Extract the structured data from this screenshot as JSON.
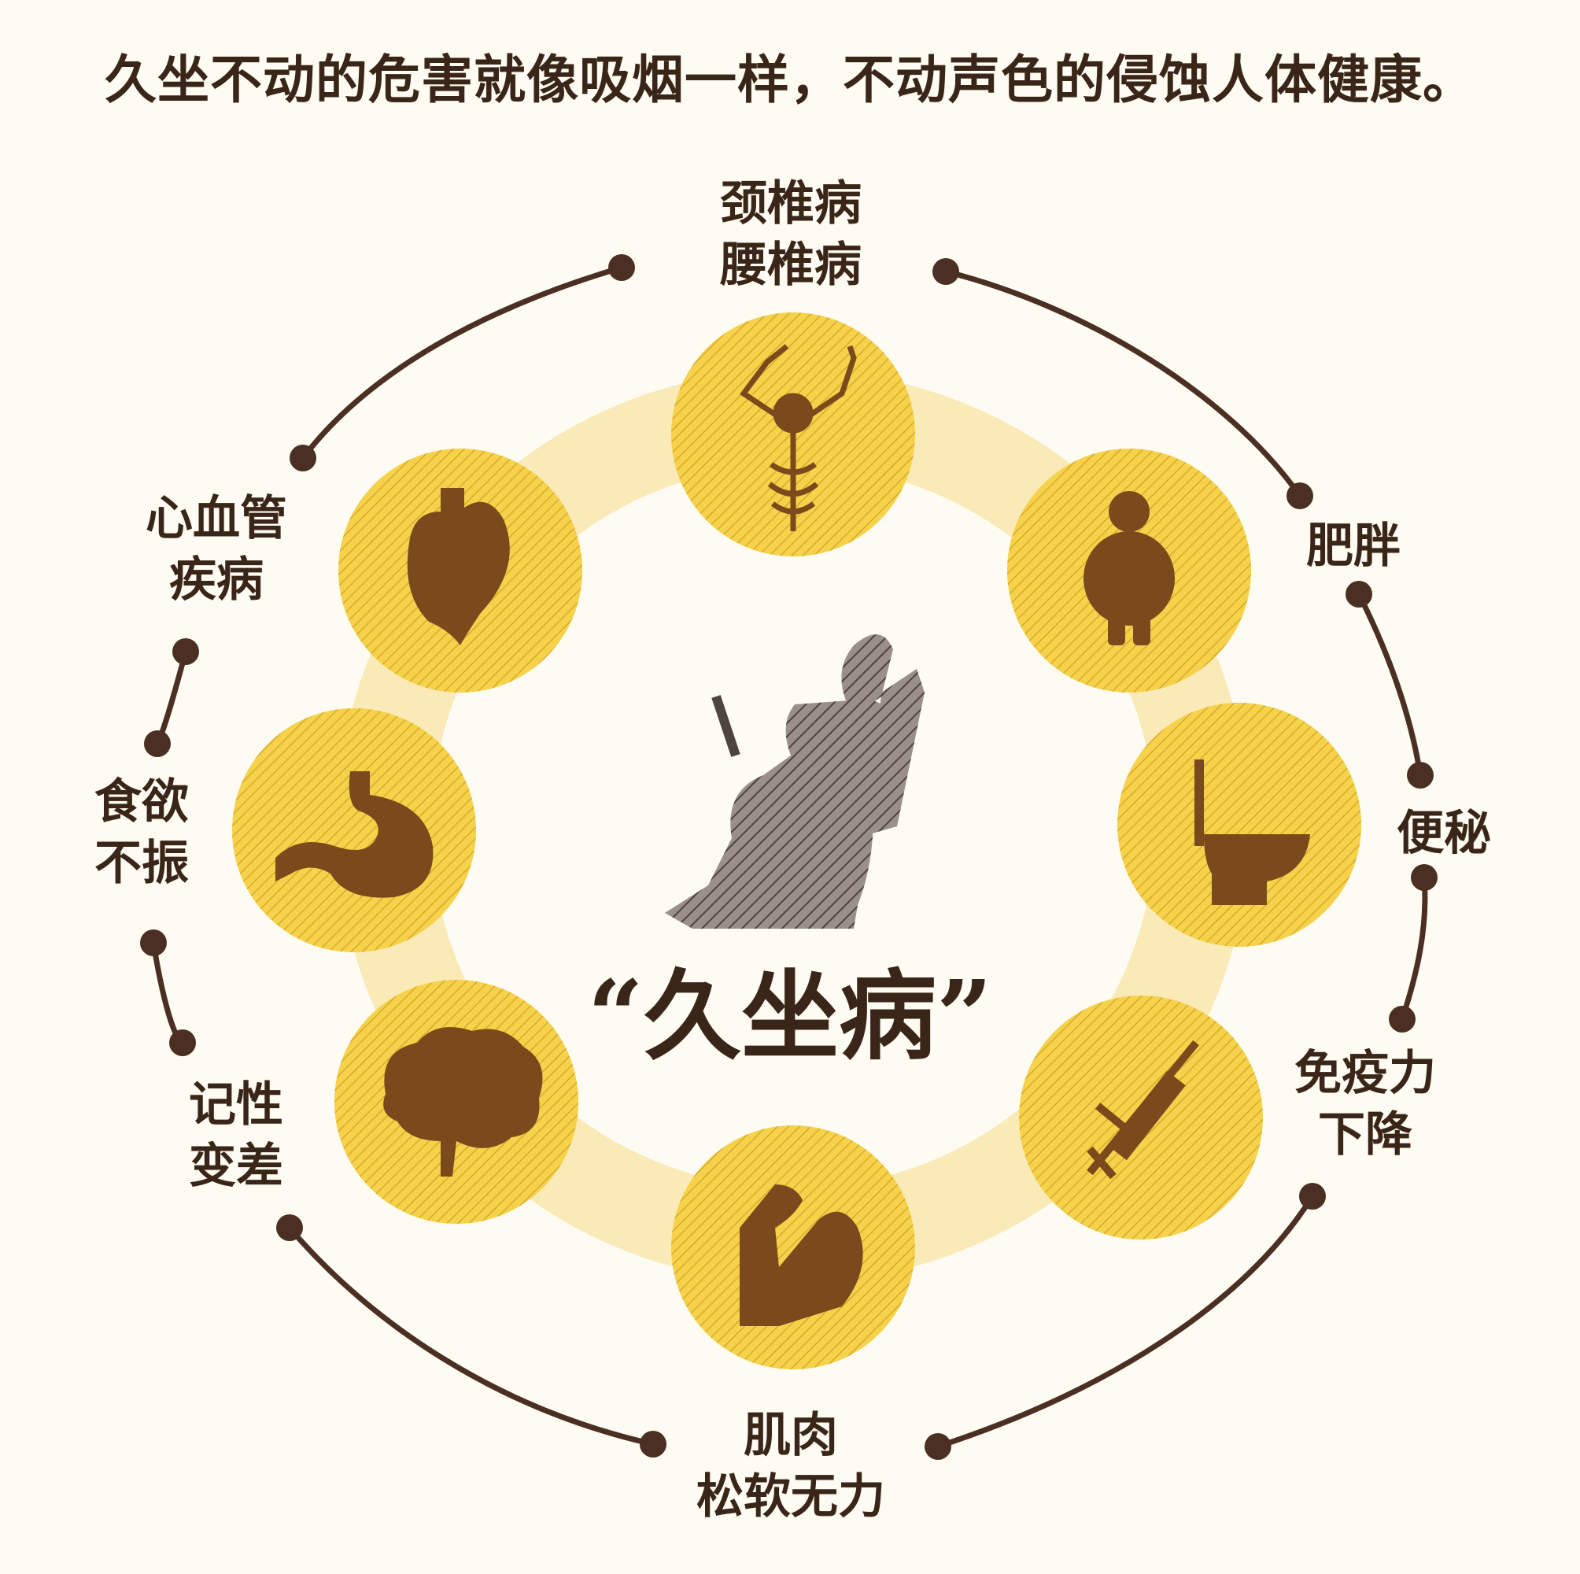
{
  "headline": "久坐不动的危害就像吸烟一样，不动声色的侵蚀人体健康。",
  "center_title": "“久坐病”",
  "colors": {
    "ink": "#3a2618",
    "icon": "#7a4a1c",
    "circle_fill": "#f5d24a",
    "glow": "#f7e3a0",
    "ring": "#4a2f22"
  },
  "diseases": [
    {
      "icon": "skeleton-spine-icon",
      "lines": [
        "颈椎病",
        "腰椎病"
      ]
    },
    {
      "icon": "obese-person-icon",
      "lines": [
        "肥胖"
      ]
    },
    {
      "icon": "toilet-icon",
      "lines": [
        "便秘"
      ]
    },
    {
      "icon": "syringe-icon",
      "lines": [
        "免疫力",
        "下降"
      ]
    },
    {
      "icon": "flexed-arm-icon",
      "lines": [
        "肌肉",
        "松软无力"
      ]
    },
    {
      "icon": "brain-icon",
      "lines": [
        "记性",
        "变差"
      ]
    },
    {
      "icon": "stomach-icon",
      "lines": [
        "食欲",
        "不振"
      ]
    },
    {
      "icon": "heart-icon",
      "lines": [
        "心血管",
        "疾病"
      ]
    }
  ]
}
